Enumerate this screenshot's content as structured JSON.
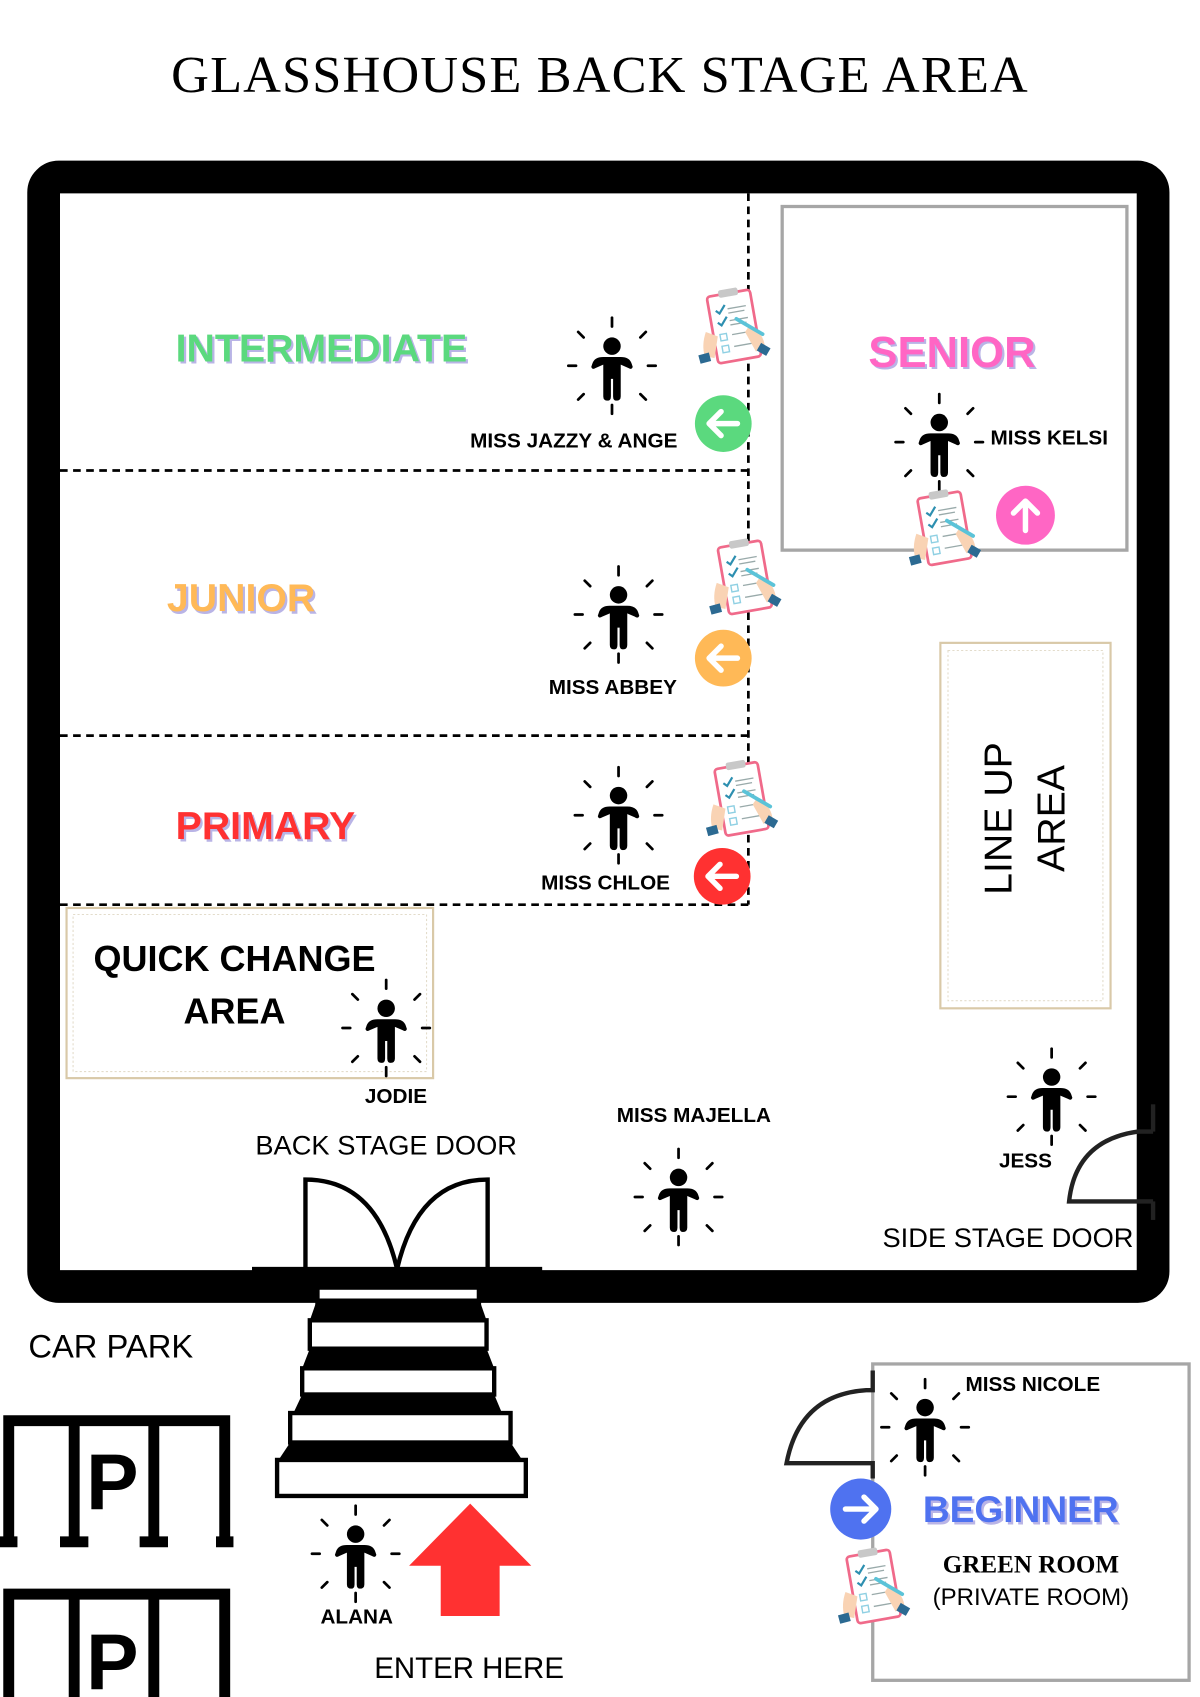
{
  "title": "GLASSHOUSE BACK STAGE AREA",
  "colors": {
    "intermediate": "#5bd97e",
    "junior": "#ffb957",
    "primary": "#ff3131",
    "senior": "#ff66c4",
    "beginner": "#4f72f0",
    "enter_arrow": "#ff3131",
    "wall": "#000000",
    "room_outline": "#a6a6a6",
    "area_outline": "#d9c9a8"
  },
  "zones": {
    "intermediate": {
      "label": "INTERMEDIATE",
      "staff": "MISS JAZZY & ANGE",
      "arrow_direction": "left"
    },
    "junior": {
      "label": "JUNIOR",
      "staff": "MISS ABBEY",
      "arrow_direction": "left"
    },
    "primary": {
      "label": "PRIMARY",
      "staff": "MISS CHLOE",
      "arrow_direction": "left"
    },
    "senior": {
      "label": "SENIOR",
      "staff": "MISS KELSI",
      "arrow_direction": "up"
    },
    "beginner": {
      "label": "BEGINNER",
      "staff": "MISS NICOLE",
      "arrow_direction": "right",
      "room_name": "GREEN ROOM",
      "room_note": "(PRIVATE ROOM)"
    }
  },
  "areas": {
    "quick_change": {
      "line1": "QUICK CHANGE",
      "line2": "AREA",
      "staff": "JODIE"
    },
    "line_up": {
      "line1": "LINE UP",
      "line2": "AREA"
    }
  },
  "floating_staff": {
    "majella": "MISS MAJELLA",
    "jess": "JESS",
    "alana": "ALANA"
  },
  "doors": {
    "back_stage": "BACK STAGE DOOR",
    "side_stage": "SIDE STAGE DOOR"
  },
  "outside": {
    "car_park": "CAR PARK",
    "parking_symbol": "P",
    "enter": "ENTER HERE"
  }
}
